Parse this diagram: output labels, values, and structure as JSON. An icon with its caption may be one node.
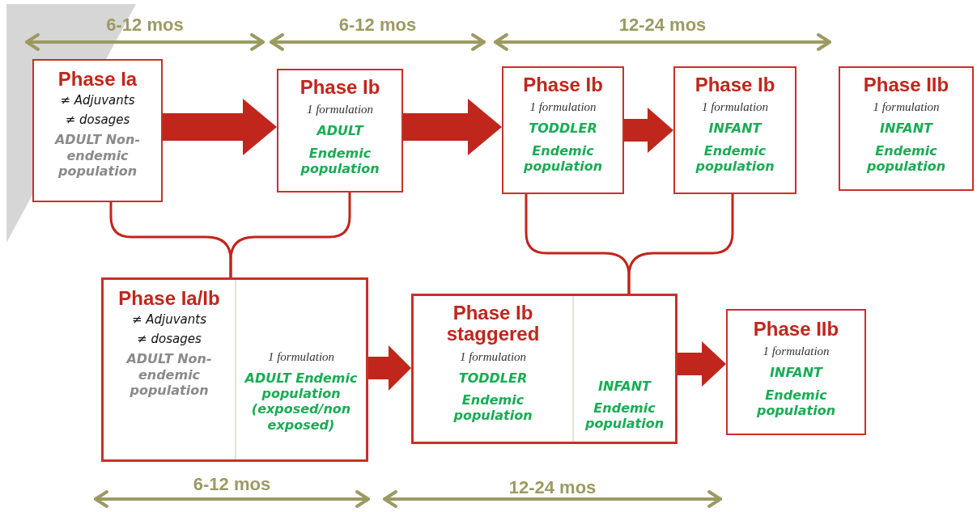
{
  "diagram": {
    "nodes": [
      {
        "text": [
          "Phase Ia",
          "≠ Adjuvants",
          "≠ dosages",
          "ADULT Non-endemic population"
        ]
      },
      {
        "text": [
          "Phase Ib",
          "1 formulation",
          "ADULT",
          "Endemic population"
        ]
      },
      {
        "text": [
          "Phase Ib",
          "1 formulation",
          "TODDLER",
          "Endemic population"
        ]
      },
      {
        "text": [
          "Phase Ib",
          "1 formulation",
          "INFANT",
          "Endemic population"
        ]
      },
      {
        "text": [
          "Phase IIb",
          "1 formulation",
          "INFANT",
          "Endemic population"
        ]
      },
      {
        "text": [],
        "shape": "box"
      },
      {
        "text": [
          "Phase Ia/Ib",
          "≠ Adjuvants",
          "≠ dosages",
          "ADULT Non-endemic population"
        ],
        "in": 5
      },
      {
        "text": [
          "1 formulation",
          "ADULT Endemic population (exposed/non exposed)"
        ],
        "in": 5
      },
      {
        "text": [],
        "shape": "box"
      },
      {
        "text": [
          "Phase Ib staggered",
          "1 formulation",
          "TODDLER",
          "Endemic population"
        ],
        "in": 8
      },
      {
        "text": [
          "INFANT",
          "Endemic population"
        ],
        "in": 8
      },
      {
        "text": [
          "Phase IIb",
          "1 formulation",
          "INFANT",
          "Endemic population"
        ]
      }
    ],
    "edges": [
      {
        "from": 0,
        "to": 1,
        "arrow": "to"
      },
      {
        "from": 1,
        "to": 2,
        "arrow": "to"
      },
      {
        "from": 2,
        "to": 3,
        "arrow": "to"
      },
      {
        "from": 0,
        "to": 5,
        "arrow": "none"
      },
      {
        "from": 1,
        "to": 5,
        "arrow": "none"
      },
      {
        "from": 2,
        "to": 8,
        "arrow": "none"
      },
      {
        "from": 3,
        "to": 8,
        "arrow": "none"
      },
      {
        "from": 5,
        "to": 8,
        "arrow": "to"
      },
      {
        "from": 8,
        "to": 11,
        "arrow": "to"
      }
    ],
    "labels": [
      "6-12 mos",
      "6-12 mos",
      "12-24 mos",
      "6-12 mos",
      "12-24 mos"
    ]
  }
}
